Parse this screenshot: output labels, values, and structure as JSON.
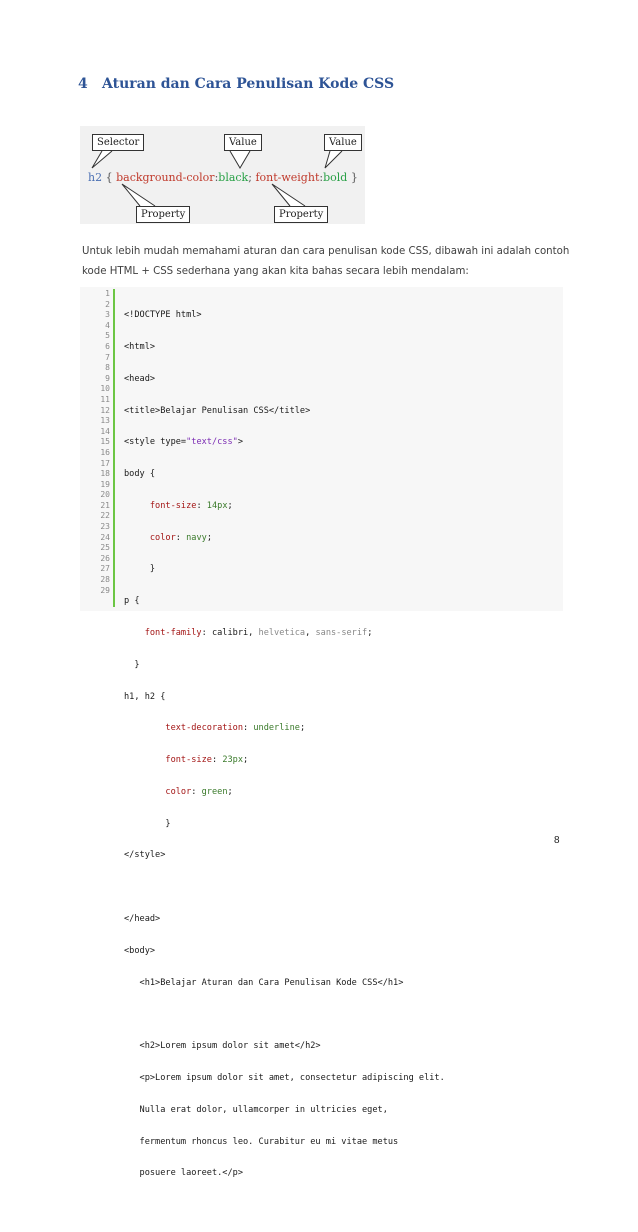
{
  "heading": {
    "number": "4",
    "title": "Aturan dan Cara Penulisan Kode CSS"
  },
  "diagram": {
    "labels": {
      "selector": "Selector",
      "value_1": "Value",
      "value_2": "Value",
      "property_1": "Property",
      "property_2": "Property"
    },
    "rule": {
      "selector": "h2",
      "open": "{",
      "prop1": "background-color",
      "colon1": ":",
      "val1": "black",
      "semi": ";",
      "prop2": "font-weight",
      "colon2": ":",
      "val2": "bold",
      "close": "}"
    }
  },
  "paragraph": {
    "line1": "Untuk lebih mudah memahami aturan dan cara penulisan kode CSS, dibawah ini adalah contoh",
    "line2": "kode HTML + CSS sederhana yang akan kita bahas secara lebih mendalam:"
  },
  "code": {
    "line_numbers": [
      "1",
      "2",
      "3",
      "4",
      "5",
      "6",
      "7",
      "8",
      "9",
      "10",
      "11",
      "12",
      "13",
      "14",
      "15",
      "16",
      "17",
      "18",
      "19",
      "20",
      "21",
      "22",
      "23",
      "24",
      "25",
      "26",
      "27",
      "28",
      "29"
    ],
    "l1": "<!DOCTYPE html>",
    "l2": "<html>",
    "l3": "<head>",
    "l4": "<title>Belajar Penulisan CSS</title>",
    "l5a": "<style type=",
    "l5b": "\"text/css\"",
    "l5c": ">",
    "l6": "body {",
    "l7a": "     font-size",
    "l7b": ": ",
    "l7c": "14px",
    "l7d": ";",
    "l8a": "     color",
    "l8b": ": ",
    "l8c": "navy",
    "l8d": ";",
    "l9": "     }",
    "l10": "p {",
    "l11a": "    font-family",
    "l11b": ": calibri, ",
    "l11c": "helvetica",
    "l11d": ", ",
    "l11e": "sans-serif",
    "l11f": ";",
    "l12": "  }",
    "l13": "h1, h2 {",
    "l14a": "        text-decoration",
    "l14b": ": ",
    "l14c": "underline",
    "l14d": ";",
    "l15a": "        font-size",
    "l15b": ": ",
    "l15c": "23px",
    "l15d": ";",
    "l16a": "        color",
    "l16b": ": ",
    "l16c": "green",
    "l16d": ";",
    "l17": "        }",
    "l18": "</style>",
    "l19": "",
    "l20": "</head>",
    "l21": "<body>",
    "l22": "   <h1>Belajar Aturan dan Cara Penulisan Kode CSS</h1>",
    "l23": "",
    "l24": "   <h2>Lorem ipsum dolor sit amet</h2>",
    "l25": "   <p>Lorem ipsum dolor sit amet, consectetur adipiscing elit.",
    "l26": "   Nulla erat dolor, ullamcorper in ultricies eget,",
    "l27": "   fermentum rhoncus leo. Curabitur eu mi vitae metus",
    "l28": "   posuere laoreet.</p>",
    "l29": ""
  },
  "page_number": "8",
  "colors": {
    "heading": "#2e5496",
    "selector": "#4a6fb3",
    "property": "#c0392b",
    "value": "#27a045",
    "gutter_bar": "#6cc644"
  }
}
